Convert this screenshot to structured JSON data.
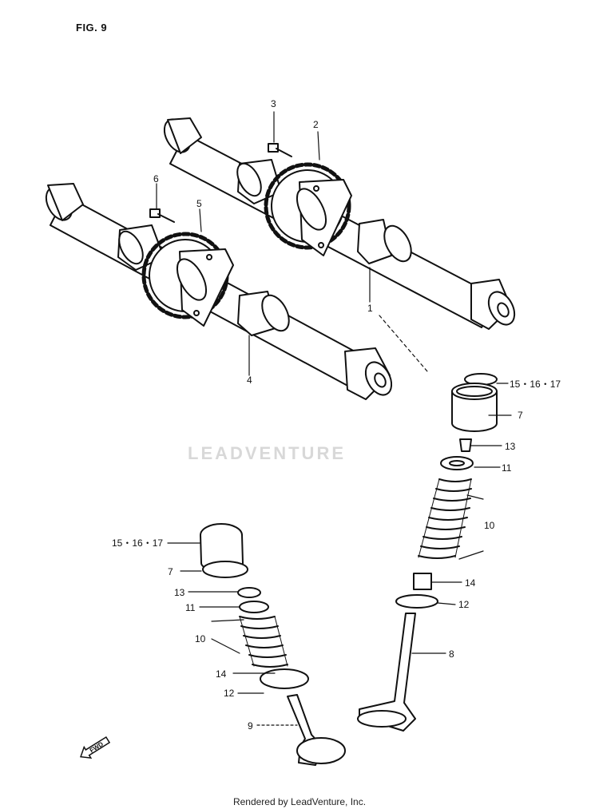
{
  "figure_label": "FIG. 9",
  "watermark": "LEADVENTURE",
  "footer": "Rendered by LeadVenture, Inc.",
  "direction_label": "FWD",
  "parts": {
    "p1": "1",
    "p2": "2",
    "p3": "3",
    "p4": "4",
    "p5": "5",
    "p6": "6",
    "p7a": "7",
    "p7b": "7",
    "p8": "8",
    "p9": "9",
    "p10a": "10",
    "p10b": "10",
    "p11a": "11",
    "p11b": "11",
    "p12a": "12",
    "p12b": "12",
    "p13a": "13",
    "p13b": "13",
    "p14a": "14",
    "p14b": "14",
    "p15a": "15・16・17",
    "p15b": "15・16・17"
  }
}
